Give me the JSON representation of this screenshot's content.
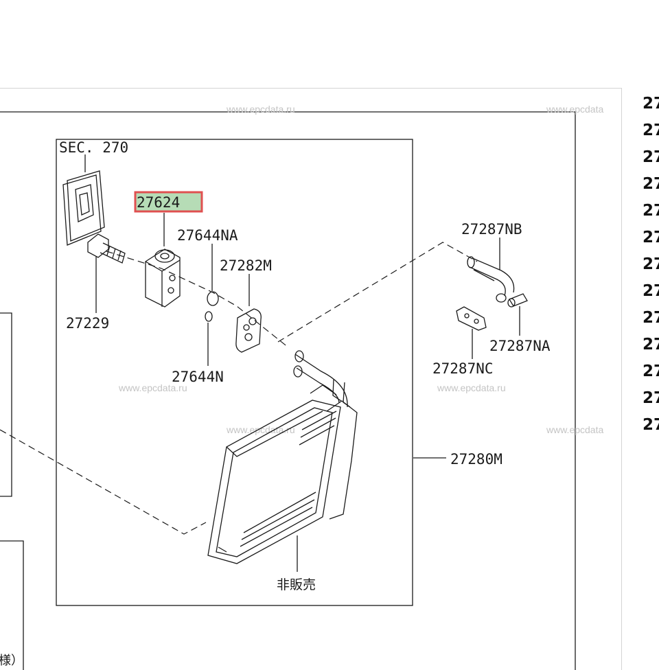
{
  "diagram": {
    "section_ref": "SEC. 270",
    "parts": {
      "p27624": "27624",
      "p27644NA": "27644NA",
      "p27282M": "27282M",
      "p27229": "27229",
      "p27644N": "27644N",
      "p27287NB": "27287NB",
      "p27287NA": "27287NA",
      "p27287NC": "27287NC",
      "p27280M": "27280M"
    },
    "not_for_sale": "非販売",
    "left_partial_text": "様）",
    "highlighted_part": "27624",
    "highlight_color": "#b6dcb6",
    "highlight_border_color": "#e05050",
    "watermarks": {
      "w1": "www.epcdata.ru",
      "w2": "www.epcdata",
      "w3": "www.epcdata.ru",
      "w4": "www.epcdata.ru",
      "w5": "www.epcdata.ru",
      "w6": "www.epcdata"
    }
  },
  "part_list": {
    "items": [
      "27",
      "27",
      "27",
      "27",
      "27",
      "27",
      "27",
      "27",
      "27",
      "27",
      "27",
      "27",
      "27"
    ]
  }
}
